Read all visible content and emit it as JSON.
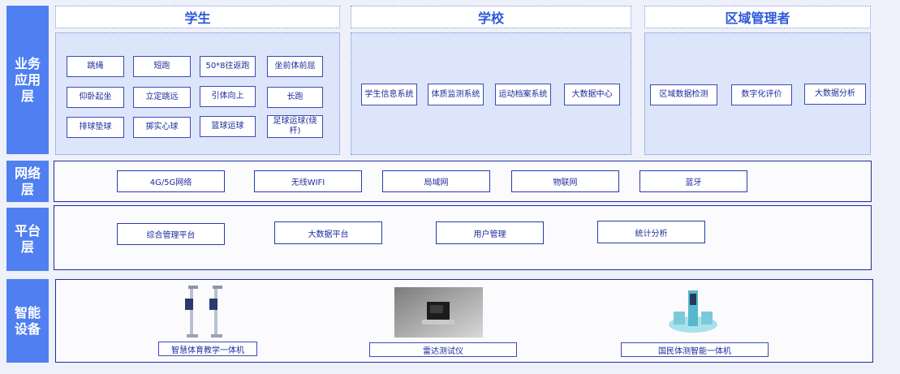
{
  "layers": {
    "business": "业务应用层",
    "network": "网络层",
    "platform": "平台层",
    "devices": "智能设备"
  },
  "columns": {
    "student": {
      "title": "学生",
      "items": [
        "跳绳",
        "短跑",
        "50*8往返跑",
        "坐前体前屈",
        "仰卧起坐",
        "立定跳远",
        "引体向上",
        "长跑",
        "排球垫球",
        "掷实心球",
        "篮球运球",
        "足球运球(绕杆)"
      ]
    },
    "school": {
      "title": "学校",
      "items": [
        "学生信息系统",
        "体质监测系统",
        "运动档案系统",
        "大数据中心"
      ]
    },
    "region": {
      "title": "区域管理者",
      "items": [
        "区域数据检测",
        "数字化评价",
        "大数据分析"
      ]
    }
  },
  "network_items": [
    "4G/5G网络",
    "无线WIFI",
    "局域网",
    "物联网",
    "蓝牙"
  ],
  "platform_items": [
    "综合管理平台",
    "大数据平台",
    "用户管理",
    "统计分析"
  ],
  "device_items": [
    "智慧体育教学一体机",
    "雷达测试仪",
    "国民体测智能一体机"
  ],
  "icons": [
    "teaching-kiosk-icon",
    "radar-tester-icon",
    "fitness-test-machine-icon"
  ],
  "colors": {
    "label_bg": "#4f7ff0",
    "border": "#1f2a9a",
    "heading": "#2c57d8"
  }
}
